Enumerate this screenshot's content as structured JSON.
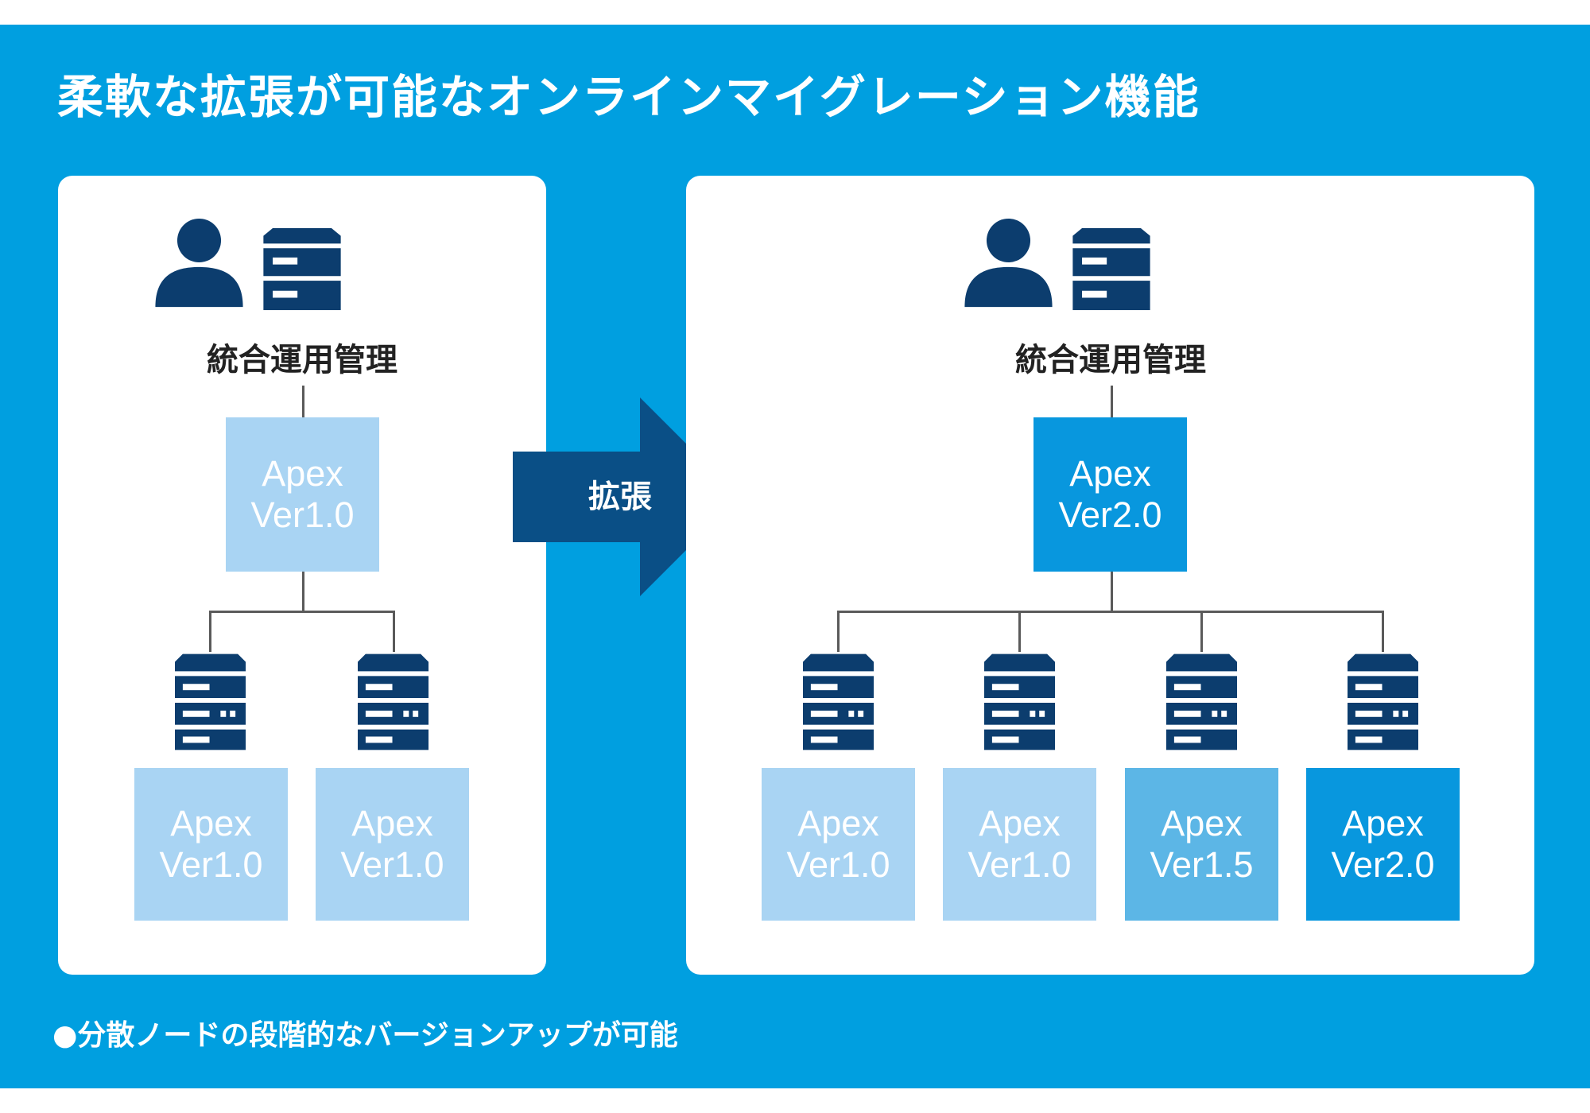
{
  "title": "柔軟な拡張が可能なオンラインマイグレーション機能",
  "arrow_label": "拡張",
  "footnote": "●分散ノードの段階的なバージョンアップが可能",
  "colors": {
    "background": "#009fe0",
    "panel": "#ffffff",
    "arrow": "#0a4f86",
    "icon": "#0c3d6e",
    "ver1_0": "#a9d4f3",
    "ver1_5": "#5cb6e6",
    "ver2_0": "#0897de"
  },
  "before": {
    "management_label": "統合運用管理",
    "central": {
      "product": "Apex",
      "version": "Ver1.0"
    },
    "nodes": [
      {
        "product": "Apex",
        "version": "Ver1.0"
      },
      {
        "product": "Apex",
        "version": "Ver1.0"
      }
    ]
  },
  "after": {
    "management_label": "統合運用管理",
    "central": {
      "product": "Apex",
      "version": "Ver2.0"
    },
    "nodes": [
      {
        "product": "Apex",
        "version": "Ver1.0"
      },
      {
        "product": "Apex",
        "version": "Ver1.0"
      },
      {
        "product": "Apex",
        "version": "Ver1.5"
      },
      {
        "product": "Apex",
        "version": "Ver2.0"
      }
    ]
  },
  "icons": [
    "user-icon",
    "server-console-icon",
    "server-rack-icon"
  ]
}
